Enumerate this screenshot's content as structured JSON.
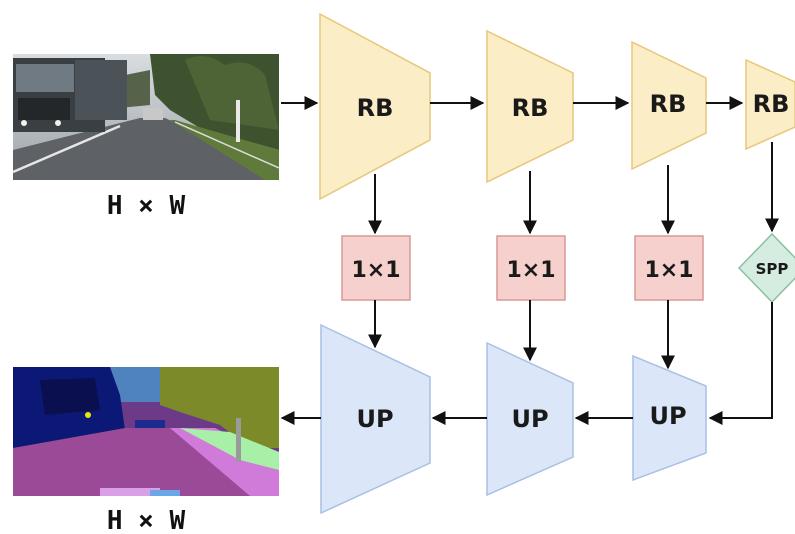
{
  "input": {
    "size_label": "H × W"
  },
  "output": {
    "size_label": "H × W"
  },
  "encoder": {
    "block_label": "RB",
    "count": 4
  },
  "lateral": {
    "conv_label": "1×1",
    "count": 3
  },
  "pooling": {
    "label": "SPP"
  },
  "decoder": {
    "block_label": "UP",
    "count": 3
  },
  "colors": {
    "rb_fill": "#fbedc6",
    "rb_stroke": "#e8c77a",
    "up_fill": "#dbe6f8",
    "up_stroke": "#a9bfe6",
    "conv_fill": "#f6d0cc",
    "conv_stroke": "#d99a94",
    "spp_fill": "#d5ece0",
    "spp_stroke": "#8dbfa3",
    "arrow": "#111111"
  }
}
